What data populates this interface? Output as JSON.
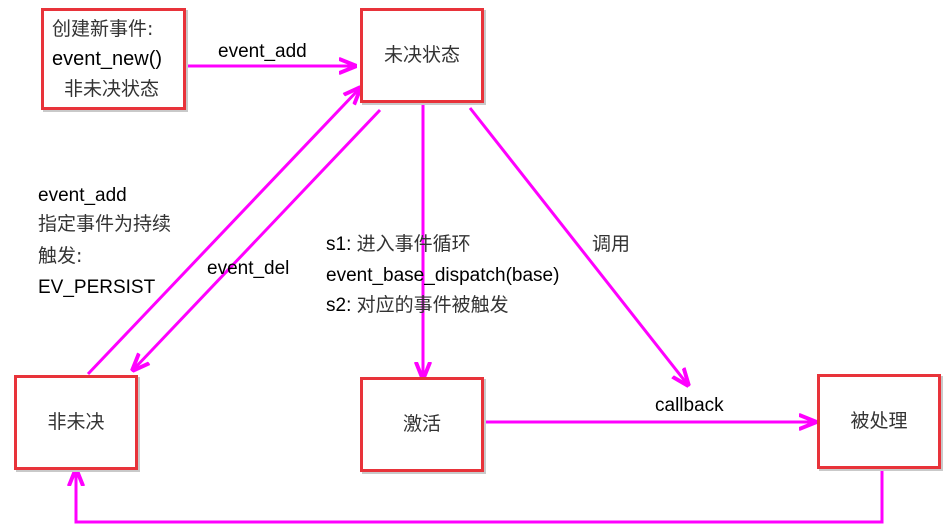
{
  "nodes": {
    "create": {
      "line1": "创建新事件:",
      "line2": "event_new()",
      "line3": "非未决状态"
    },
    "pending": {
      "label": "未决状态"
    },
    "non_pending": {
      "label": "非未决"
    },
    "active": {
      "label": "激活"
    },
    "handled": {
      "label": "被处理"
    }
  },
  "edges": {
    "create_to_pending": "event_add",
    "nonpending_to_pending": {
      "line1": "event_add",
      "line2": "指定事件为持续",
      "line3": "触发:",
      "line4": "EV_PERSIST"
    },
    "pending_to_nonpending": "event_del",
    "pending_to_active": {
      "s1_prefix": "s1:",
      "s1_text": "进入事件循环",
      "dispatch": "event_base_dispatch(base)",
      "s2_prefix": "s2:",
      "s2_text": "对应的事件被触发"
    },
    "call_label": "调用",
    "active_to_handled": "callback"
  },
  "colors": {
    "box_border": "#e8333a",
    "arrow": "#ff00ff"
  }
}
